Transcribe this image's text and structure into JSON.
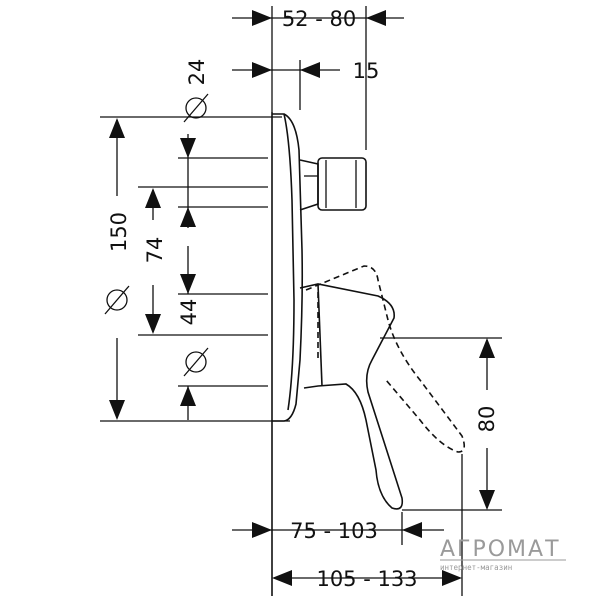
{
  "dimensions": {
    "top_depth": "52 - 80",
    "knob_diameter": "24",
    "knob_depth": "15",
    "plate_diameter_symbol": "⌀",
    "plate_diameter": "150",
    "spacing": "74",
    "middle_diameter_symbol": "⌀",
    "middle_diameter": "44",
    "lower_diameter_symbol": "⌀",
    "lever_height": "80",
    "lever_depth": "75 - 103",
    "total_depth": "105 - 133"
  },
  "watermark": {
    "brand": "АГРОМАТ",
    "subtitle": "интернет-магазин"
  }
}
